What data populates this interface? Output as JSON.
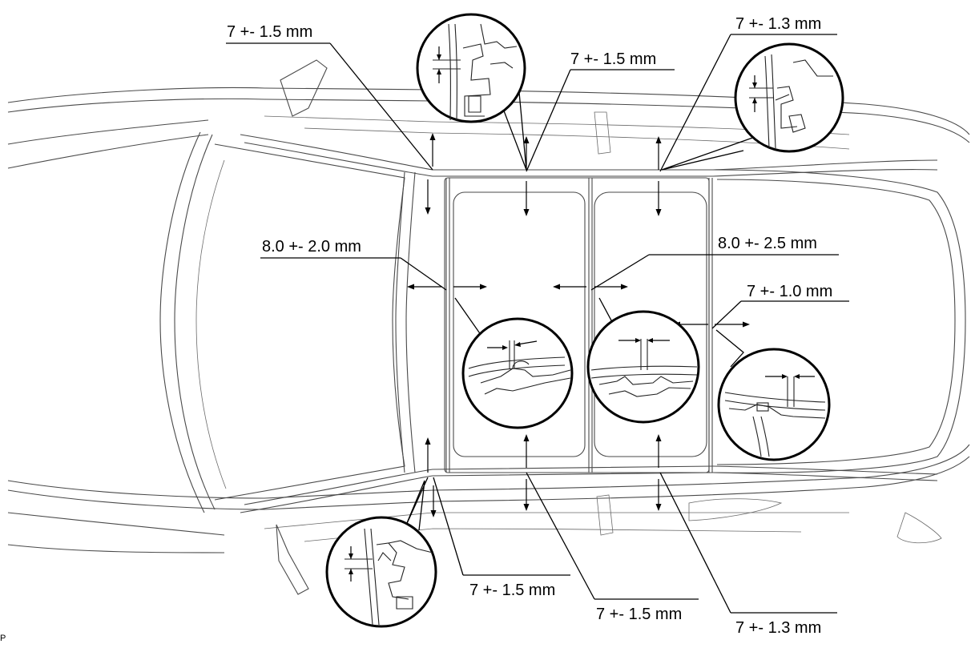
{
  "corner_code": "P",
  "labels": {
    "front_pillar_upper": "7 +- 1.5 mm",
    "front_panel_top": "7 +- 1.5 mm",
    "rear_panel_top": "7 +- 1.3 mm",
    "front_gap": "8.0 +- 2.0 mm",
    "center_gap": "8.0 +- 2.5 mm",
    "rear_gap": "7 +- 1.0 mm",
    "front_pillar_lower": "7 +- 1.5 mm",
    "front_panel_bottom": "7 +- 1.5 mm",
    "rear_panel_bottom": "7 +- 1.3 mm"
  }
}
